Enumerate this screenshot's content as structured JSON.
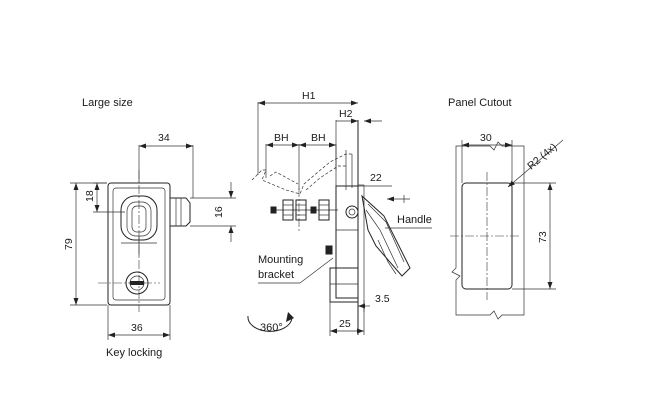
{
  "front_view": {
    "title": "Large size",
    "caption": "Key locking",
    "dims": {
      "top_width": "34",
      "height_upper": "18",
      "total_height": "79",
      "side_16": "16",
      "bottom_width": "36"
    }
  },
  "side_view": {
    "dims": {
      "h1": "H1",
      "h2": "H2",
      "bh1": "BH",
      "bh2": "BH",
      "angle": "22",
      "offset_35": "3.5",
      "depth_25": "25"
    },
    "labels": {
      "handle": "Handle",
      "mounting_line1": "Mounting",
      "mounting_line2": "bracket",
      "rotation": "360°"
    }
  },
  "cutout_view": {
    "title": "Panel Cutout",
    "dims": {
      "width": "30",
      "height": "73",
      "radius": "R2 (4x)"
    }
  }
}
